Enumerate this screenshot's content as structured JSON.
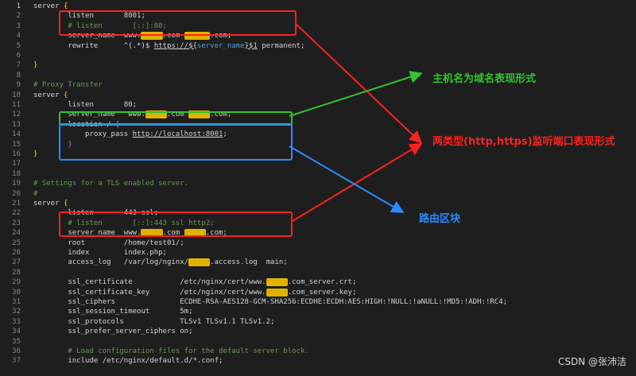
{
  "editor": {
    "lines": [
      {
        "n": "1",
        "tokens": [
          {
            "t": "server "
          },
          {
            "t": "{",
            "c": "brace"
          }
        ]
      },
      {
        "n": "2",
        "tokens": [
          {
            "t": "        listen       8001;"
          }
        ]
      },
      {
        "n": "3",
        "tokens": [
          {
            "t": "        # listen       [::]:80;",
            "c": "cmt"
          }
        ]
      },
      {
        "n": "4",
        "tokens": [
          {
            "t": "        server_name  www."
          },
          {
            "t": "xxxxx",
            "c": "redact"
          },
          {
            "t": ".com "
          },
          {
            "t": "xxxxxx",
            "c": "redact"
          },
          {
            "t": ".com;"
          }
        ]
      },
      {
        "n": "5",
        "tokens": [
          {
            "t": "        rewrite      ^(.*)$ "
          },
          {
            "t": "https://${",
            "c": "url"
          },
          {
            "t": "server_name",
            "c": "var"
          },
          {
            "t": "}$1",
            "c": "url"
          },
          {
            "t": " permanent;"
          }
        ]
      },
      {
        "n": "6",
        "tokens": []
      },
      {
        "n": "7",
        "tokens": [
          {
            "t": "}",
            "c": "brace"
          }
        ]
      },
      {
        "n": "8",
        "tokens": []
      },
      {
        "n": "9",
        "tokens": [
          {
            "t": "# Proxy Transfer",
            "c": "cmt"
          }
        ]
      },
      {
        "n": "10",
        "tokens": [
          {
            "t": "server "
          },
          {
            "t": "{",
            "c": "brace"
          }
        ]
      },
      {
        "n": "11",
        "tokens": [
          {
            "t": "        listen       80;"
          }
        ]
      },
      {
        "n": "12",
        "tokens": [
          {
            "t": "        server_name   www."
          },
          {
            "t": "xxxxx",
            "c": "redact"
          },
          {
            "t": ".com "
          },
          {
            "t": "xxxxx",
            "c": "redact"
          },
          {
            "t": ".com;"
          }
        ]
      },
      {
        "n": "13",
        "tokens": [
          {
            "t": "        location / "
          },
          {
            "t": "{",
            "c": "brace2"
          }
        ]
      },
      {
        "n": "14",
        "tokens": [
          {
            "t": "            proxy_pass "
          },
          {
            "t": "http://localhost:8001",
            "c": "url"
          },
          {
            "t": ";"
          }
        ]
      },
      {
        "n": "15",
        "tokens": [
          {
            "t": "        "
          },
          {
            "t": "}",
            "c": "brace2"
          }
        ]
      },
      {
        "n": "16",
        "tokens": [
          {
            "t": "}",
            "c": "brace"
          }
        ]
      },
      {
        "n": "17",
        "tokens": []
      },
      {
        "n": "18",
        "tokens": []
      },
      {
        "n": "19",
        "tokens": [
          {
            "t": "# Settings for a TLS enabled server.",
            "c": "cmt"
          }
        ]
      },
      {
        "n": "20",
        "tokens": [
          {
            "t": "#",
            "c": "cmt"
          }
        ]
      },
      {
        "n": "21",
        "tokens": [
          {
            "t": "server "
          },
          {
            "t": "{",
            "c": "brace"
          }
        ]
      },
      {
        "n": "22",
        "tokens": [
          {
            "t": "        listen       443 ssl;"
          }
        ]
      },
      {
        "n": "23",
        "tokens": [
          {
            "t": "        # listen       [::]:443 ssl http2;",
            "c": "cmt"
          }
        ]
      },
      {
        "n": "24",
        "tokens": [
          {
            "t": "        server_name  www."
          },
          {
            "t": "xxxxx",
            "c": "redact"
          },
          {
            "t": ".com "
          },
          {
            "t": "xxxxx",
            "c": "redact"
          },
          {
            "t": ".com;"
          }
        ]
      },
      {
        "n": "25",
        "tokens": [
          {
            "t": "        root         /home/test01/;"
          }
        ]
      },
      {
        "n": "26",
        "tokens": [
          {
            "t": "        index        index.php;"
          }
        ]
      },
      {
        "n": "27",
        "tokens": [
          {
            "t": "        access_log   /var/log/nginx/"
          },
          {
            "t": "xxxxx",
            "c": "redact"
          },
          {
            "t": ".access.log  main;"
          }
        ]
      },
      {
        "n": "28",
        "tokens": []
      },
      {
        "n": "29",
        "tokens": [
          {
            "t": "        ssl_certificate           /etc/nginx/cert/www."
          },
          {
            "t": "xxxxx",
            "c": "redact"
          },
          {
            "t": ".com_server.crt;"
          }
        ]
      },
      {
        "n": "30",
        "tokens": [
          {
            "t": "        ssl_certificate_key       /etc/nginx/cert/www."
          },
          {
            "t": "xxxxx",
            "c": "redact"
          },
          {
            "t": ".com_server.key;"
          }
        ]
      },
      {
        "n": "31",
        "tokens": [
          {
            "t": "        ssl_ciphers               ECDHE-RSA-AES128-GCM-SHA256:ECDHE:ECDH:AES:HIGH:!NULL:!aNULL:!MD5:!ADH:!RC4;"
          }
        ]
      },
      {
        "n": "32",
        "tokens": [
          {
            "t": "        ssl_session_timeout       5m;"
          }
        ]
      },
      {
        "n": "33",
        "tokens": [
          {
            "t": "        ssl_protocols             TLSv1 TLSv1.1 TLSv1.2;"
          }
        ]
      },
      {
        "n": "34",
        "tokens": [
          {
            "t": "        ssl_prefer_server_ciphers on;"
          }
        ]
      },
      {
        "n": "35",
        "tokens": []
      },
      {
        "n": "36",
        "tokens": [
          {
            "t": "        # Load configuration files for the default server block.",
            "c": "cmt"
          }
        ]
      },
      {
        "n": "37",
        "tokens": [
          {
            "t": "        include /etc/nginx/default.d/*.conf;"
          }
        ]
      }
    ]
  },
  "annotations": {
    "hostname_label": "主机名为域名表现形式",
    "ports_label": "两类型(http,https)监听端口表现形式",
    "routing_label": "路由区块",
    "green": "#2ec52e",
    "red": "#ff2020",
    "blue": "#2a8cff"
  },
  "watermark": "CSDN @张沛洁"
}
